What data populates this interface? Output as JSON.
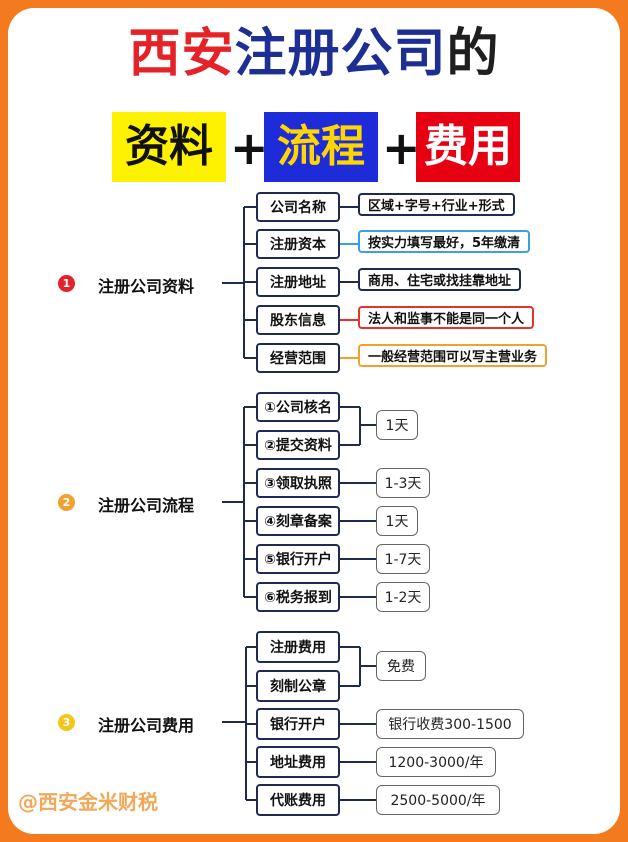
{
  "title": {
    "part1": "西安",
    "part2": "注册公司",
    "part3": "的",
    "hl1": "资料",
    "plus": "+",
    "hl2": "流程",
    "hl3": "费用"
  },
  "sections": [
    {
      "num": "1",
      "label": "注册公司资料",
      "items": [
        {
          "name": "公司名称",
          "desc": "区域+字号+行业+形式",
          "color": "#1e2a52"
        },
        {
          "name": "注册资本",
          "desc": "按实力填写最好，5年缴清",
          "color": "#3aa0e0"
        },
        {
          "name": "注册地址",
          "desc": "商用、住宅或找挂靠地址",
          "color": "#1e2a52"
        },
        {
          "name": "股东信息",
          "desc": "法人和监事不能是同一个人",
          "color": "#e0342c"
        },
        {
          "name": "经营范围",
          "desc": "一般经营范围可以写主营业务",
          "color": "#f2a030"
        }
      ]
    },
    {
      "num": "2",
      "label": "注册公司流程",
      "items": [
        "①公司核名",
        "②提交资料",
        "③领取执照",
        "④刻章备案",
        "⑤银行开户",
        "⑥税务报到"
      ],
      "values": [
        "1天",
        "1-3天",
        "1天",
        "1-7天",
        "1-2天"
      ]
    },
    {
      "num": "3",
      "label": "注册公司费用",
      "items": [
        "注册费用",
        "刻制公章",
        "银行开户",
        "地址费用",
        "代账费用"
      ],
      "values": [
        "免费",
        "银行收费300-1500",
        "1200-3000/年",
        "2500-5000/年"
      ]
    }
  ],
  "watermark": "@西安金米财税",
  "colors": {
    "num1": "#e42227",
    "num2": "#f2a030",
    "num3": "#f5c518"
  }
}
